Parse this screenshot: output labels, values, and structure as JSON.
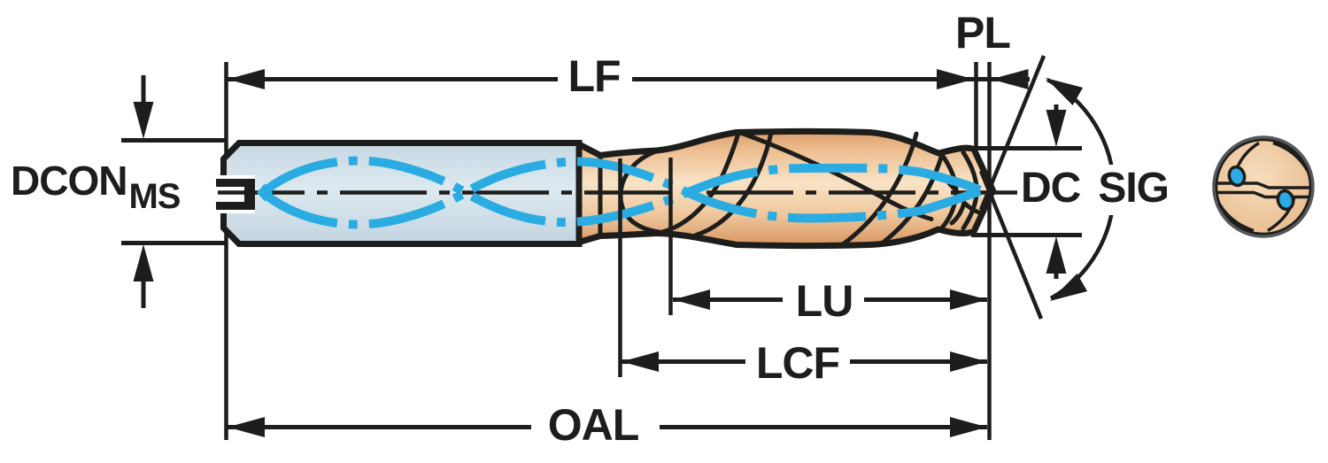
{
  "diagram": {
    "type": "technical-dimension-drawing",
    "subject": "coolant-fed solid drill, side view with dimension callouts and point end view",
    "labels": {
      "lf": "LF",
      "pl": "PL",
      "dcon": "DCON",
      "dcon_subscript": "MS",
      "dc": "DC",
      "sig": "SIG",
      "lu": "LU",
      "lcf": "LCF",
      "oal": "OAL"
    },
    "colors": {
      "line_black": "#1d1d1b",
      "coolant_blue": "#2aace2",
      "shank_fill": "#cfdee8",
      "body_tan": "#f0c9a0",
      "rim_gray": "#55575a",
      "background": "#ffffff"
    }
  }
}
